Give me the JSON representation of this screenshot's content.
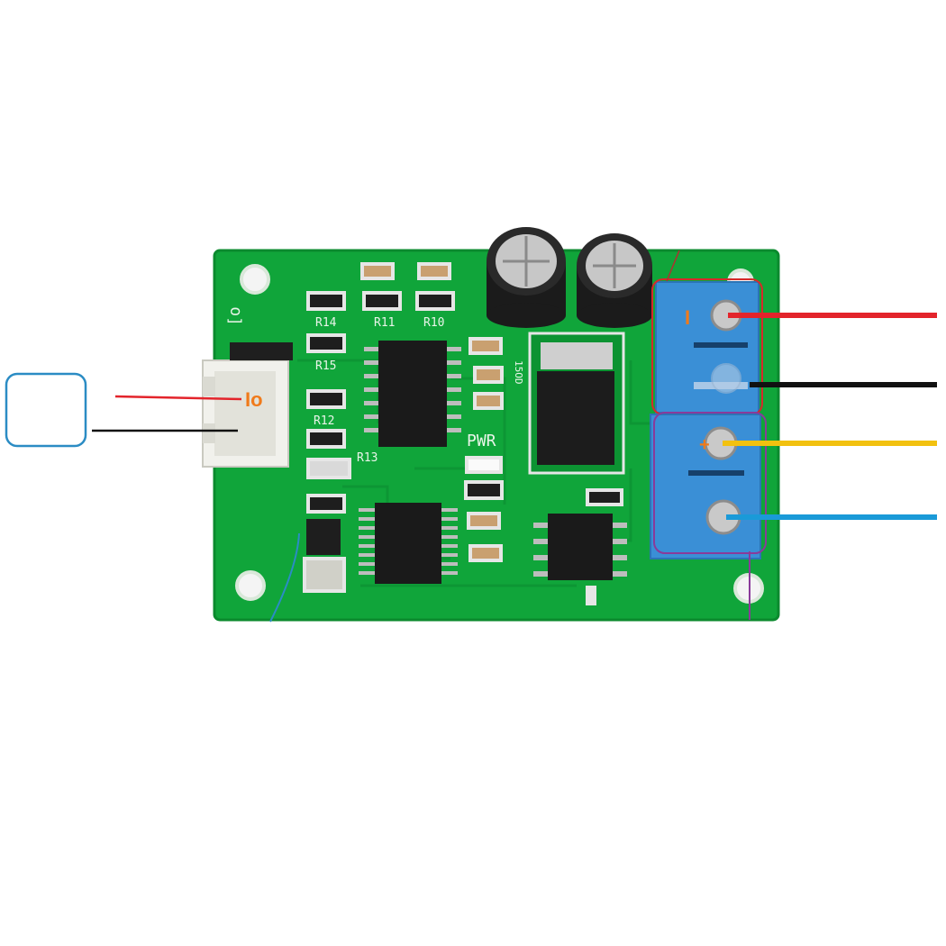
{
  "labels": {
    "connector_output": "Io",
    "terminal_input": "I",
    "power_indicator": "PWR",
    "pin_marker": "+",
    "header_marker": "[o"
  },
  "silkscreen": {
    "r14": "R14",
    "r11": "R11",
    "r10": "R10",
    "r15": "R15",
    "r12": "R12",
    "r13": "R13",
    "cap_text": "15OD"
  },
  "colors": {
    "pcb": "#10a53a",
    "pcb_dark": "#0b8a2e",
    "terminal": "#3a8fd6",
    "wire_red": "#e3242b",
    "wire_black": "#111111",
    "wire_yellow": "#f2c10f",
    "wire_blue": "#1a9ad8",
    "label_orange": "#f07a1a",
    "callout_box": "#2b8cc4"
  }
}
